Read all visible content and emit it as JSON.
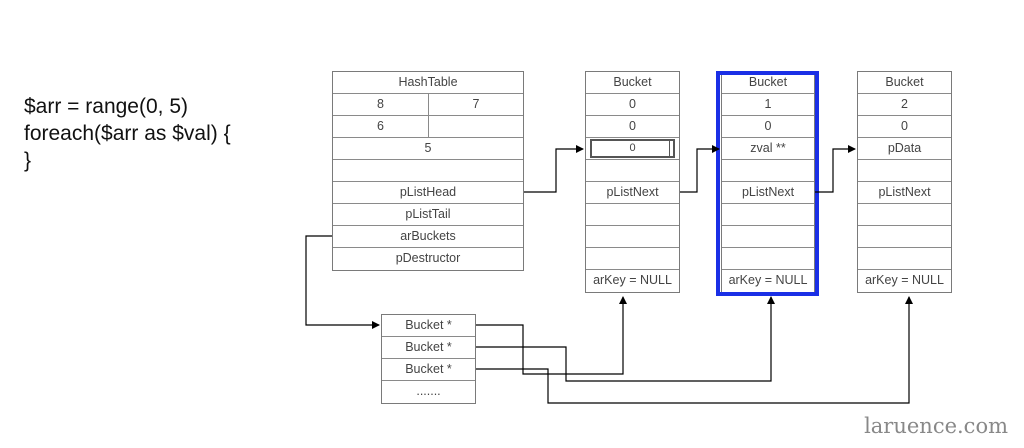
{
  "code": {
    "line1": "$arr = range(0, 5)",
    "line2": "foreach($arr as $val) {",
    "line3": "}"
  },
  "hashtable": {
    "title": "HashTable",
    "r1a": "8",
    "r1b": "7",
    "r2a": "6",
    "r2b": "",
    "r3": "5",
    "r4": "",
    "pListHead": "pListHead",
    "pListTail": "pListTail",
    "arBuckets": "arBuckets",
    "pDestructor": "pDestructor"
  },
  "buckets": [
    {
      "title": "Bucket",
      "v1": "0",
      "v2": "0",
      "v3": "0",
      "next": "pListNext",
      "key": "arKey = NULL"
    },
    {
      "title": "Bucket",
      "v1": "1",
      "v2": "0",
      "v3": "zval **",
      "next": "pListNext",
      "key": "arKey = NULL"
    },
    {
      "title": "Bucket",
      "v1": "2",
      "v2": "0",
      "v3": "pData",
      "next": "pListNext",
      "key": "arKey = NULL"
    }
  ],
  "arbuckets_array": [
    "Bucket *",
    "Bucket *",
    "Bucket *",
    "......."
  ],
  "colors": {
    "highlight": "#1a2fe6",
    "line": "#000000"
  },
  "watermark": "laruence.com"
}
